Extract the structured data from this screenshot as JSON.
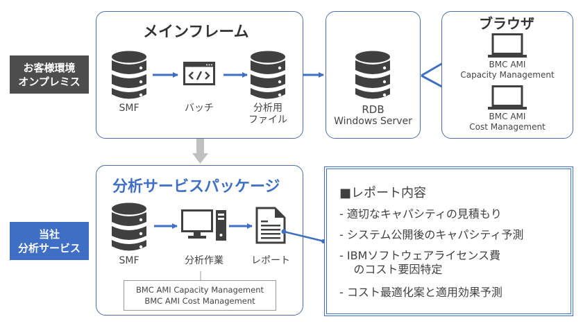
{
  "colors": {
    "accent": "#3e6fc4",
    "dark": "#404040",
    "gray_arrow": "#c0c0c0",
    "box_border": "#4a6fa8"
  },
  "left_labels": {
    "customer": {
      "line1": "お客様環境",
      "line2": "オンプレミス",
      "color": "#4d4d4d"
    },
    "service": {
      "line1": "当社",
      "line2": "分析サービス",
      "color": "#3e6fc4"
    }
  },
  "mainframe": {
    "title": "メインフレーム",
    "nodes": [
      {
        "icon": "database-icon",
        "label": "SMF"
      },
      {
        "icon": "code-window-icon",
        "label": "バッチ"
      },
      {
        "icon": "database-icon",
        "label_line1": "分析用",
        "label_line2": "ファイル"
      }
    ]
  },
  "rdb": {
    "icon": "database-icon",
    "label_line1": "RDB",
    "label_line2": "Windows Server"
  },
  "browser": {
    "title": "ブラウザ",
    "items": [
      {
        "icon": "laptop-icon",
        "line1": "BMC AMI",
        "line2": "Capacity Management"
      },
      {
        "icon": "laptop-icon",
        "line1": "BMC AMI",
        "line2": "Cost Management"
      }
    ]
  },
  "package": {
    "title": "分析サービスパッケージ",
    "nodes": [
      {
        "icon": "database-icon",
        "label": "SMF"
      },
      {
        "icon": "desktop-computer-icon",
        "label": "分析作業"
      },
      {
        "icon": "document-icon",
        "label": "レポート"
      }
    ],
    "tools": [
      "BMC AMI Capacity Management",
      "BMC AMI Cost Management"
    ]
  },
  "report": {
    "heading": "■レポート内容",
    "items": [
      "-  適切なキャパシティの見積もり",
      "-  システム公開後のキャパシティ予測",
      "-  IBMソフトウェアライセンス費",
      "    のコスト要因特定",
      "-  コスト最適化案と適用効果予測"
    ]
  }
}
